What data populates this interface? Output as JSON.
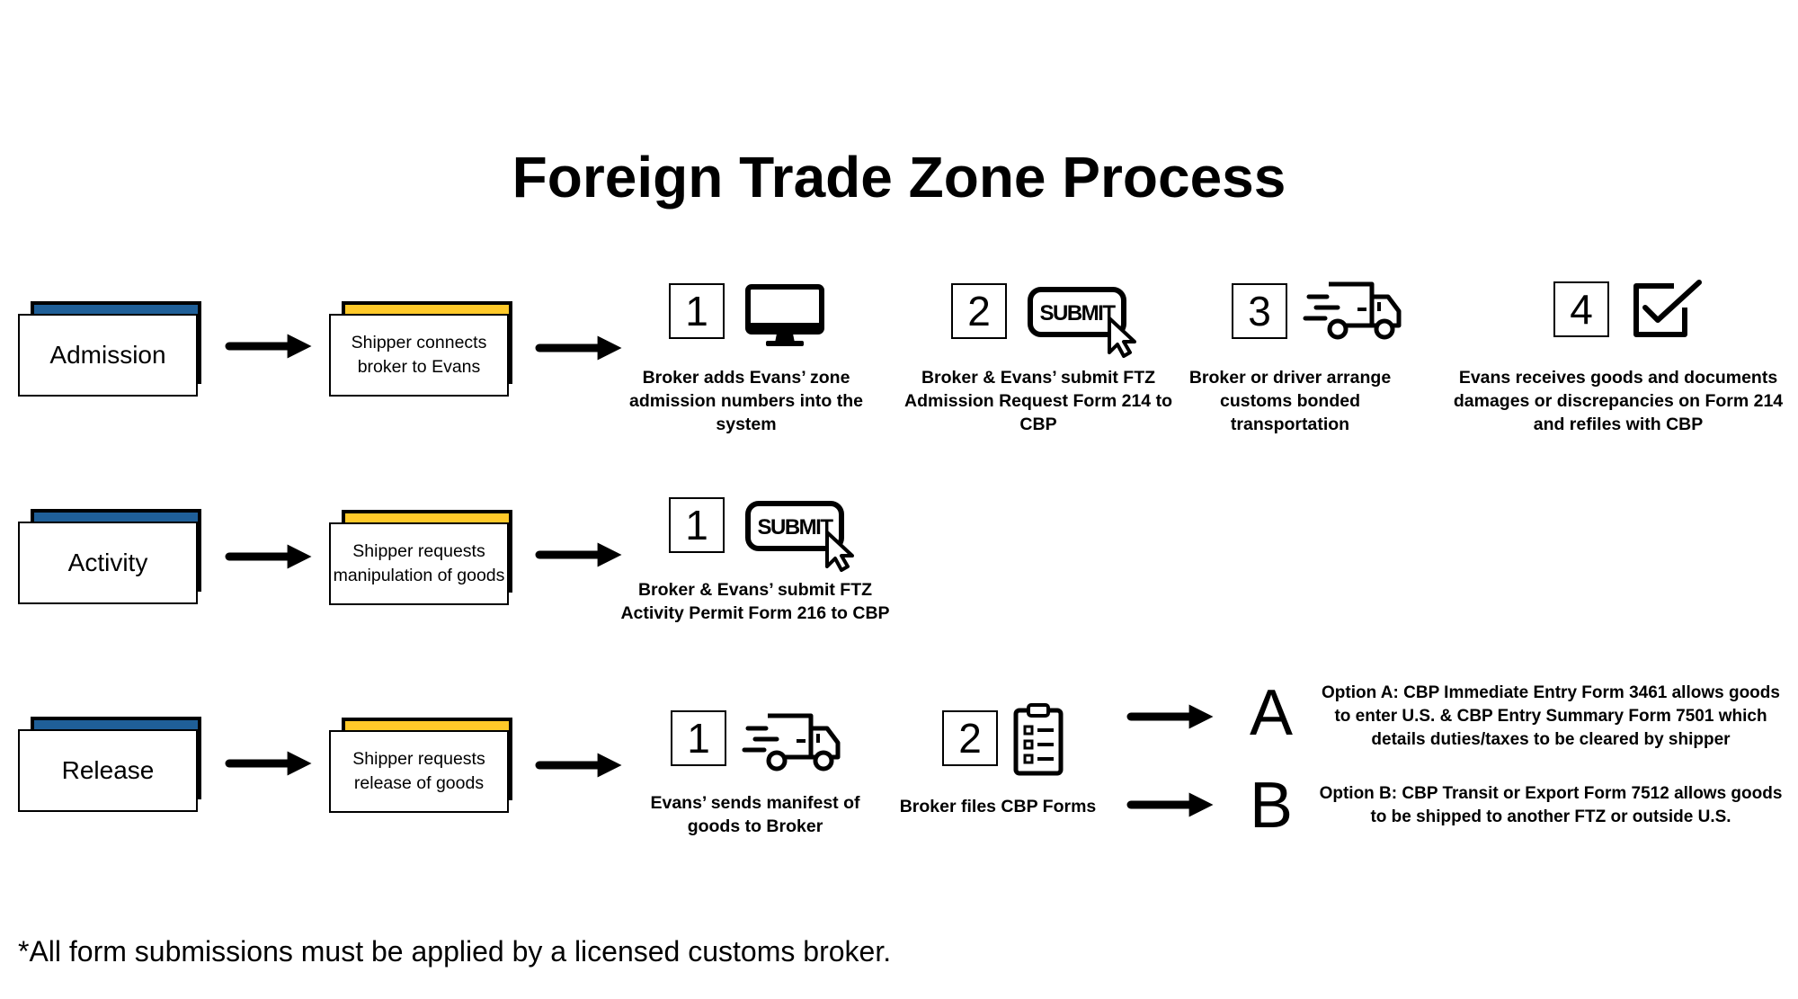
{
  "title": "Foreign Trade Zone Process",
  "colors": {
    "admission_accent": "#1f5f98",
    "shipper_accent": "#ffc929"
  },
  "rows": {
    "admission": {
      "label": "Admission",
      "shipper_text": "Shipper connects broker to Evans",
      "steps": [
        {
          "number": "1",
          "icon": "monitor-icon",
          "caption": "Broker adds Evans’ zone admission numbers into the system"
        },
        {
          "number": "2",
          "icon": "submit-button-cursor-icon",
          "icon_text": "SUBMIT",
          "caption": "Broker & Evans’ submit FTZ Admission Request Form 214 to CBP"
        },
        {
          "number": "3",
          "icon": "delivery-truck-icon",
          "caption": "Broker or driver arrange customs bonded transportation"
        },
        {
          "number": "4",
          "icon": "checkbox-checked-icon",
          "caption": "Evans receives goods and documents damages or discrepancies on Form 214 and refiles with CBP"
        }
      ]
    },
    "activity": {
      "label": "Activity",
      "shipper_text": "Shipper requests manipulation of goods",
      "steps": [
        {
          "number": "1",
          "icon": "submit-button-cursor-icon",
          "icon_text": "SUBMIT",
          "caption": "Broker & Evans’ submit FTZ Activity Permit Form 216 to CBP"
        }
      ]
    },
    "release": {
      "label": "Release",
      "shipper_text": "Shipper requests release of goods",
      "steps": [
        {
          "number": "1",
          "icon": "delivery-truck-icon",
          "caption": "Evans’ sends manifest of goods to Broker"
        },
        {
          "number": "2",
          "icon": "clipboard-checklist-icon",
          "caption": "Broker files CBP Forms"
        }
      ],
      "options": [
        {
          "letter": "A",
          "text": "Option A: CBP Immediate Entry Form 3461 allows goods to enter U.S. & CBP Entry Summary Form 7501 which details duties/taxes to be cleared by shipper"
        },
        {
          "letter": "B",
          "text": "Option B: CBP Transit or Export Form 7512 allows goods to be shipped to another FTZ or outside U.S."
        }
      ]
    }
  },
  "footnote": "*All form submissions must be applied by a licensed customs broker."
}
